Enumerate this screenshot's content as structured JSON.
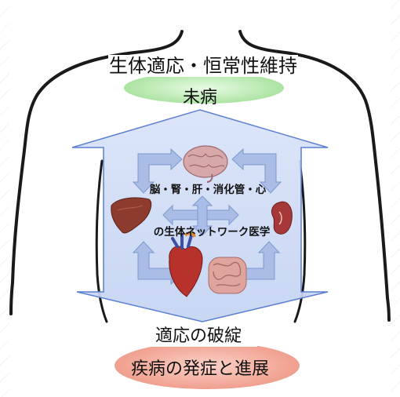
{
  "diagram": {
    "top_label": "生体適応・恒常性維持",
    "top_state": "未病",
    "center_line1": "脳・腎・肝・消化管・心",
    "center_line2": "の生体ネットワーク医学",
    "adapt_failure_label": "適応の破綻",
    "bottom_state": "疾病の発症と進展",
    "colors": {
      "top_state_ellipse": "#b8eab0",
      "bottom_state_ellipse": "#f3a597",
      "arrow_fill": "#c8d6f3",
      "arrow_border": "#5b7fd1",
      "inner_arrow": "#a9bde6",
      "brain": "#d7a7a9",
      "liver": "#8c3b2e",
      "kidney": "#a6383a",
      "heart": "#b8322c",
      "intestine": "#dfa49d"
    },
    "organ_icons": [
      "brain-icon",
      "liver-icon",
      "kidney-icon",
      "heart-icon",
      "intestine-icon"
    ]
  }
}
